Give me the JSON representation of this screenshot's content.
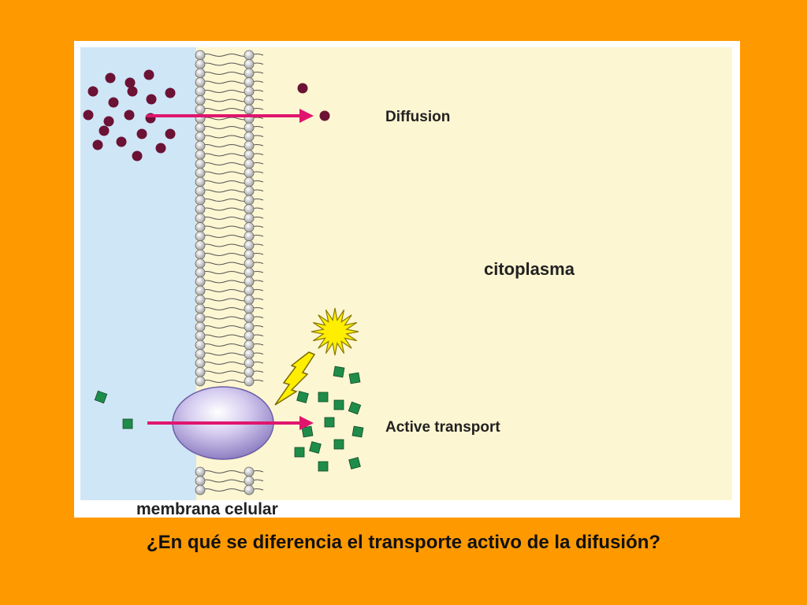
{
  "diagram": {
    "labels": {
      "diffusion": "Diffusion",
      "active_transport": "Active transport",
      "cytoplasm": "citoplasma",
      "membrane": "membrana celular"
    },
    "colors": {
      "extracellular": "#cfe6f6",
      "cytoplasm": "#fdf6d2",
      "arrow": "#e0156e",
      "molecule_diffusion": "#6b1235",
      "molecule_active": "#1f8c4a",
      "energy_burst": "#ffee00",
      "carrier_protein": "#c9c0e8",
      "phospholipid_head": "#d8d8d8"
    }
  },
  "caption": {
    "question": "¿En qué se diferencia el transporte activo de la difusión?"
  }
}
